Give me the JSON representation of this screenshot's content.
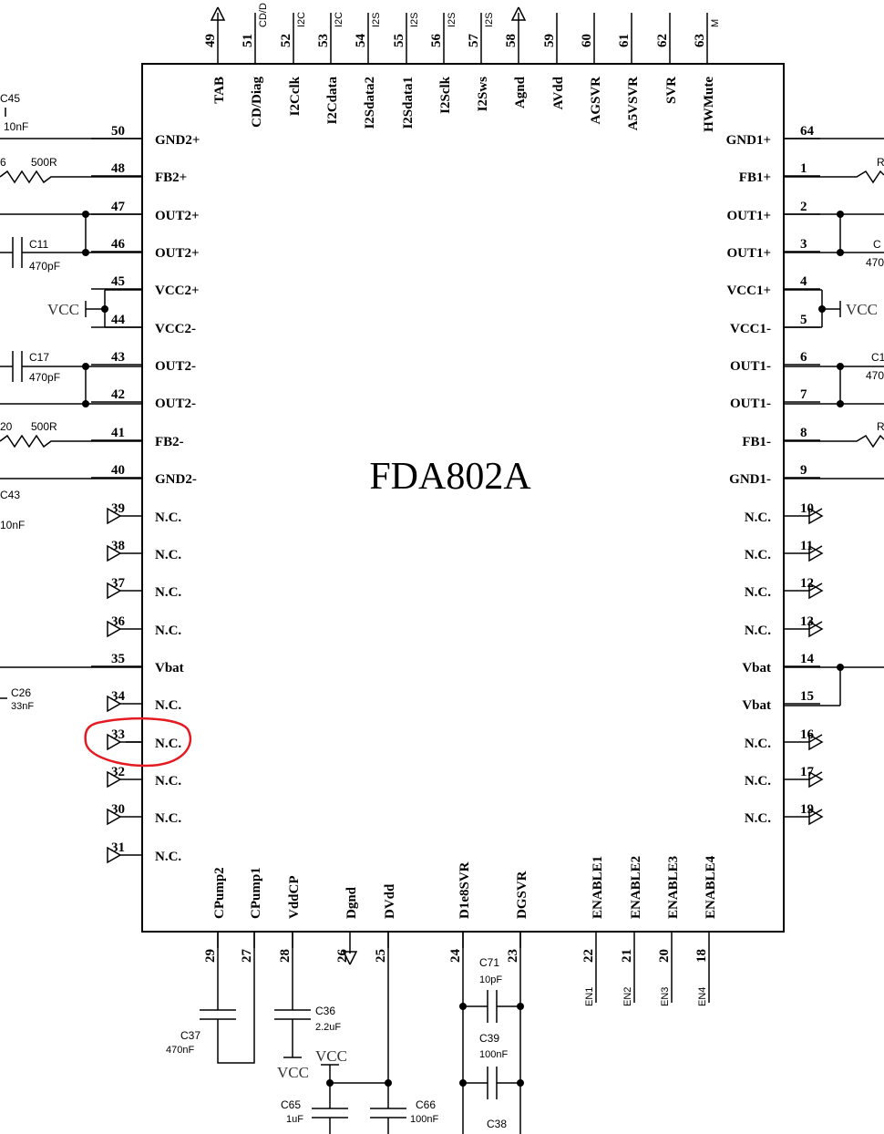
{
  "chip": {
    "name": "FDA802A"
  },
  "left_pins": [
    {
      "num": "50",
      "label": "GND2+"
    },
    {
      "num": "48",
      "label": "FB2+"
    },
    {
      "num": "47",
      "label": "OUT2+"
    },
    {
      "num": "46",
      "label": "OUT2+"
    },
    {
      "num": "45",
      "label": "VCC2+"
    },
    {
      "num": "44",
      "label": "VCC2-"
    },
    {
      "num": "43",
      "label": "OUT2-"
    },
    {
      "num": "42",
      "label": "OUT2-"
    },
    {
      "num": "41",
      "label": "FB2-"
    },
    {
      "num": "40",
      "label": "GND2-"
    },
    {
      "num": "39",
      "label": "N.C."
    },
    {
      "num": "38",
      "label": "N.C."
    },
    {
      "num": "37",
      "label": "N.C."
    },
    {
      "num": "36",
      "label": "N.C."
    },
    {
      "num": "35",
      "label": "Vbat"
    },
    {
      "num": "34",
      "label": "N.C."
    },
    {
      "num": "33",
      "label": "N.C."
    },
    {
      "num": "32",
      "label": "N.C."
    },
    {
      "num": "30",
      "label": "N.C."
    },
    {
      "num": "31",
      "label": "N.C."
    }
  ],
  "right_pins": [
    {
      "num": "64",
      "label": "GND1+"
    },
    {
      "num": "1",
      "label": "FB1+"
    },
    {
      "num": "2",
      "label": "OUT1+"
    },
    {
      "num": "3",
      "label": "OUT1+"
    },
    {
      "num": "4",
      "label": "VCC1+"
    },
    {
      "num": "5",
      "label": "VCC1-"
    },
    {
      "num": "6",
      "label": "OUT1-"
    },
    {
      "num": "7",
      "label": "OUT1-"
    },
    {
      "num": "8",
      "label": "FB1-"
    },
    {
      "num": "9",
      "label": "GND1-"
    },
    {
      "num": "10",
      "label": "N.C."
    },
    {
      "num": "11",
      "label": "N.C."
    },
    {
      "num": "12",
      "label": "N.C."
    },
    {
      "num": "13",
      "label": "N.C."
    },
    {
      "num": "14",
      "label": "Vbat"
    },
    {
      "num": "15",
      "label": "Vbat"
    },
    {
      "num": "16",
      "label": "N.C."
    },
    {
      "num": "17",
      "label": "N.C."
    },
    {
      "num": "19",
      "label": "N.C."
    }
  ],
  "top_pins": [
    {
      "num": "49",
      "label": "TAB",
      "net": ""
    },
    {
      "num": "51",
      "label": "CD/Diag",
      "net": "CD/D"
    },
    {
      "num": "52",
      "label": "I2Cclk",
      "net": "I2C"
    },
    {
      "num": "53",
      "label": "I2Cdata",
      "net": "I2C"
    },
    {
      "num": "54",
      "label": "I2Sdata2",
      "net": "I2S"
    },
    {
      "num": "55",
      "label": "I2Sdata1",
      "net": "I2S"
    },
    {
      "num": "56",
      "label": "I2Sclk",
      "net": "I2S"
    },
    {
      "num": "57",
      "label": "I2Sws",
      "net": "I2S"
    },
    {
      "num": "58",
      "label": "Agnd",
      "net": ""
    },
    {
      "num": "59",
      "label": "AVdd",
      "net": ""
    },
    {
      "num": "60",
      "label": "AGSVR",
      "net": ""
    },
    {
      "num": "61",
      "label": "A5VSVR",
      "net": ""
    },
    {
      "num": "62",
      "label": "SVR",
      "net": ""
    },
    {
      "num": "63",
      "label": "HWMute",
      "net": "M"
    }
  ],
  "bottom_pins": [
    {
      "num": "29",
      "label": "CPump2",
      "net": ""
    },
    {
      "num": "27",
      "label": "CPump1",
      "net": ""
    },
    {
      "num": "28",
      "label": "VddCP",
      "net": ""
    },
    {
      "num": "26",
      "label": "Dgnd",
      "net": ""
    },
    {
      "num": "25",
      "label": "DVdd",
      "net": ""
    },
    {
      "num": "24",
      "label": "D1e8SVR",
      "net": ""
    },
    {
      "num": "23",
      "label": "DGSVR",
      "net": ""
    },
    {
      "num": "22",
      "label": "ENABLE1",
      "net": "EN1"
    },
    {
      "num": "21",
      "label": "ENABLE2",
      "net": "EN2"
    },
    {
      "num": "20",
      "label": "ENABLE3",
      "net": "EN3"
    },
    {
      "num": "18",
      "label": "ENABLE4",
      "net": "EN4"
    }
  ],
  "components": {
    "c45": {
      "ref": "C45",
      "value": "10nF"
    },
    "r_left_top": {
      "ref": "6",
      "value": "500R"
    },
    "c11": {
      "ref": "C11",
      "value": "470pF"
    },
    "c17": {
      "ref": "C17",
      "value": "470pF"
    },
    "r_left_bot": {
      "ref": "20",
      "value": "500R"
    },
    "c43": {
      "ref": "C43",
      "value": "10nF"
    },
    "c26": {
      "ref": "C26",
      "value": "33nF"
    },
    "c37": {
      "ref": "C37",
      "value": "470nF"
    },
    "c36": {
      "ref": "C36",
      "value": "2.2uF"
    },
    "c71": {
      "ref": "C71",
      "value": "10pF"
    },
    "c39": {
      "ref": "C39",
      "value": "100nF"
    },
    "c65": {
      "ref": "C65",
      "value": "1uF"
    },
    "c66": {
      "ref": "C66",
      "value": "100nF"
    },
    "c38": {
      "ref": "C38",
      "value": ""
    },
    "c_right1": {
      "ref": "C",
      "value": "470"
    },
    "c_right2": {
      "ref": "C1",
      "value": "470"
    },
    "r_right1": {
      "ref": "R",
      "value": ""
    },
    "r_right2": {
      "ref": "R",
      "value": ""
    }
  },
  "power": {
    "vcc": "VCC"
  },
  "highlight": {
    "pin": "33",
    "color": "#e41b23"
  }
}
